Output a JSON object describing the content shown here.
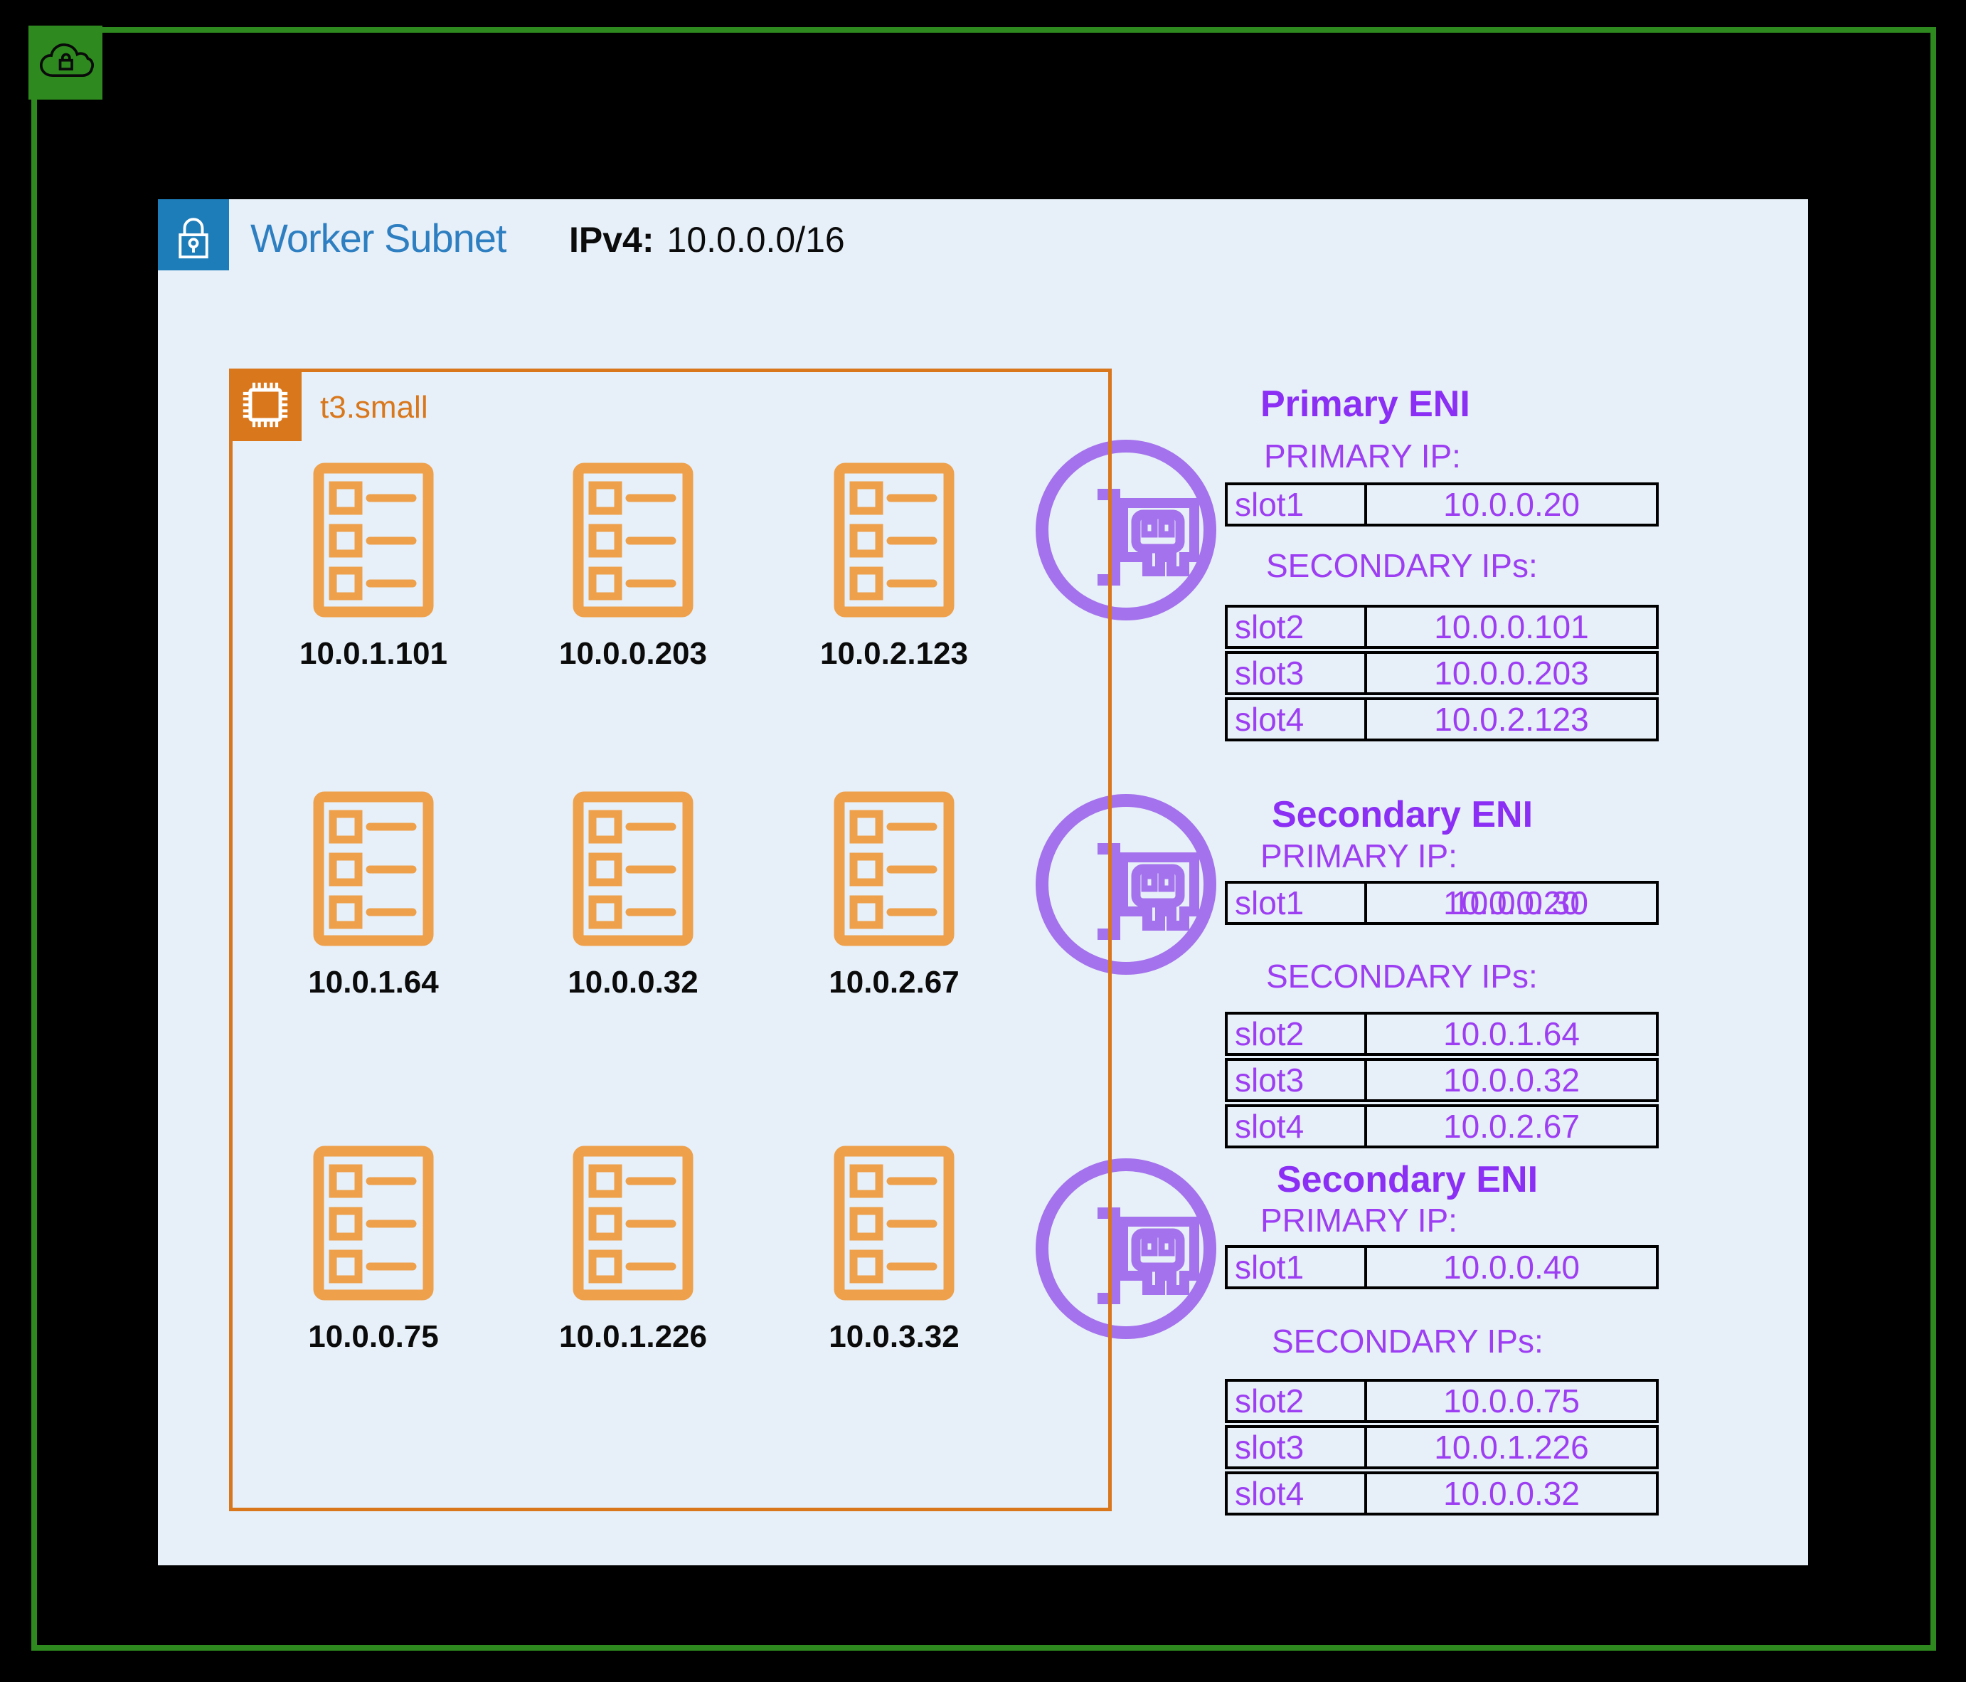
{
  "diagram": {
    "vpc": {
      "icon": "cloud-lock-icon"
    },
    "subnet": {
      "icon": "lock-icon",
      "label": "Worker Subnet",
      "cidr_label": "IPv4:",
      "cidr_value": "10.0.0.0/16"
    },
    "instance": {
      "icon": "chip-icon",
      "label": "t3.small"
    },
    "pods": [
      {
        "ip": "10.0.1.101"
      },
      {
        "ip": "10.0.0.203"
      },
      {
        "ip": "10.0.2.123"
      },
      {
        "ip": "10.0.1.64"
      },
      {
        "ip": "10.0.0.32"
      },
      {
        "ip": "10.0.2.67"
      },
      {
        "ip": "10.0.0.75"
      },
      {
        "ip": "10.0.1.226"
      },
      {
        "ip": "10.0.3.32"
      }
    ],
    "enis": [
      {
        "icon": "network-card-icon",
        "title": "Primary ENI",
        "primary_header": "PRIMARY IP:",
        "primary_rows": [
          {
            "slot": "slot1",
            "ip": "10.0.0.20"
          }
        ],
        "secondary_header": "SECONDARY IPs:",
        "secondary_rows": [
          {
            "slot": "slot2",
            "ip": "10.0.0.101"
          },
          {
            "slot": "slot3",
            "ip": "10.0.0.203"
          },
          {
            "slot": "slot4",
            "ip": "10.0.2.123"
          }
        ]
      },
      {
        "icon": "network-card-icon",
        "title": "Secondary ENI",
        "primary_header": "PRIMARY IP:",
        "primary_rows": [
          {
            "slot": "slot1",
            "ip": "10.0.0.30",
            "ip_overlay": "10.0.0.20"
          }
        ],
        "secondary_header": "SECONDARY IPs:",
        "secondary_rows": [
          {
            "slot": "slot2",
            "ip": "10.0.1.64"
          },
          {
            "slot": "slot3",
            "ip": "10.0.0.32"
          },
          {
            "slot": "slot4",
            "ip": "10.0.2.67"
          }
        ]
      },
      {
        "icon": "network-card-icon",
        "title": "Secondary ENI",
        "primary_header": "PRIMARY IP:",
        "primary_rows": [
          {
            "slot": "slot1",
            "ip": "10.0.0.40"
          }
        ],
        "secondary_header": "SECONDARY IPs:",
        "secondary_rows": [
          {
            "slot": "slot2",
            "ip": "10.0.0.75"
          },
          {
            "slot": "slot3",
            "ip": "10.0.1.226"
          },
          {
            "slot": "slot4",
            "ip": "10.0.0.32"
          }
        ]
      }
    ],
    "colors": {
      "background": "#000000",
      "frame_green": "#2e8a1f",
      "subnet_fill": "#e7f0f8",
      "subnet_badge_blue": "#1d7db9",
      "subnet_title_blue": "#2e7fc1",
      "instance_orange": "#d9771c",
      "pod_orange": "#eea04b",
      "eni_icon_purple": "#a472ec",
      "eni_title_purple": "#8b2ff5",
      "eni_text_purple": "#9d3ef2",
      "table_border": "#000000"
    }
  }
}
